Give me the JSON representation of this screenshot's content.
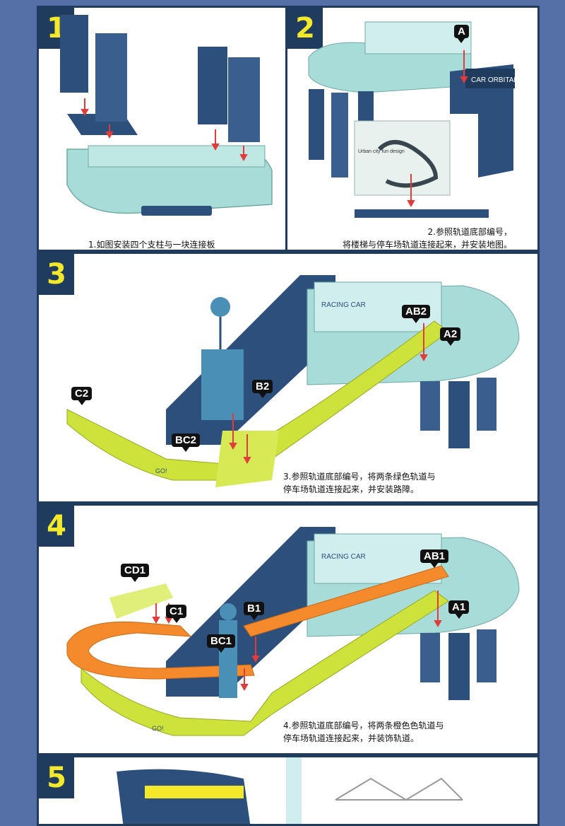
{
  "steps": [
    {
      "number": "1",
      "caption": "1.如图安装四个支柱与一块连接板"
    },
    {
      "number": "2",
      "caption_line1": "2.参照轨道底部编号，",
      "caption_line2": "将楼梯与停车场轨道连接起来，并安装地图。",
      "tags": [
        "A"
      ],
      "sign_text": "CAR ORBITAL",
      "map_text": "Urban city fun design"
    },
    {
      "number": "3",
      "caption_line1": "3.参照轨道底部编号，将两条绿色轨道与",
      "caption_line2": "停车场轨道连接起来，并安装路障。",
      "tags": [
        "AB2",
        "A2",
        "B2",
        "C2",
        "BC2"
      ],
      "sign_text": "RACING CAR"
    },
    {
      "number": "4",
      "caption_line1": "4.参照轨道底部编号，将两条橙色色轨道与",
      "caption_line2": "停车场轨道连接起来，并装饰轨道。",
      "tags": [
        "AB1",
        "A1",
        "B1",
        "C1",
        "BC1",
        "CD1"
      ],
      "sign_text": "RACING CAR"
    },
    {
      "number": "5"
    }
  ],
  "track_text": "GO!",
  "colors": {
    "background": "#5470a6",
    "panel_border": "#1f3c5e",
    "badge_text": "#f3e92a",
    "navy": "#2d4f7c",
    "mint": "#a8dcd9",
    "lime": "#cde23a",
    "orange": "#f48a2c"
  }
}
